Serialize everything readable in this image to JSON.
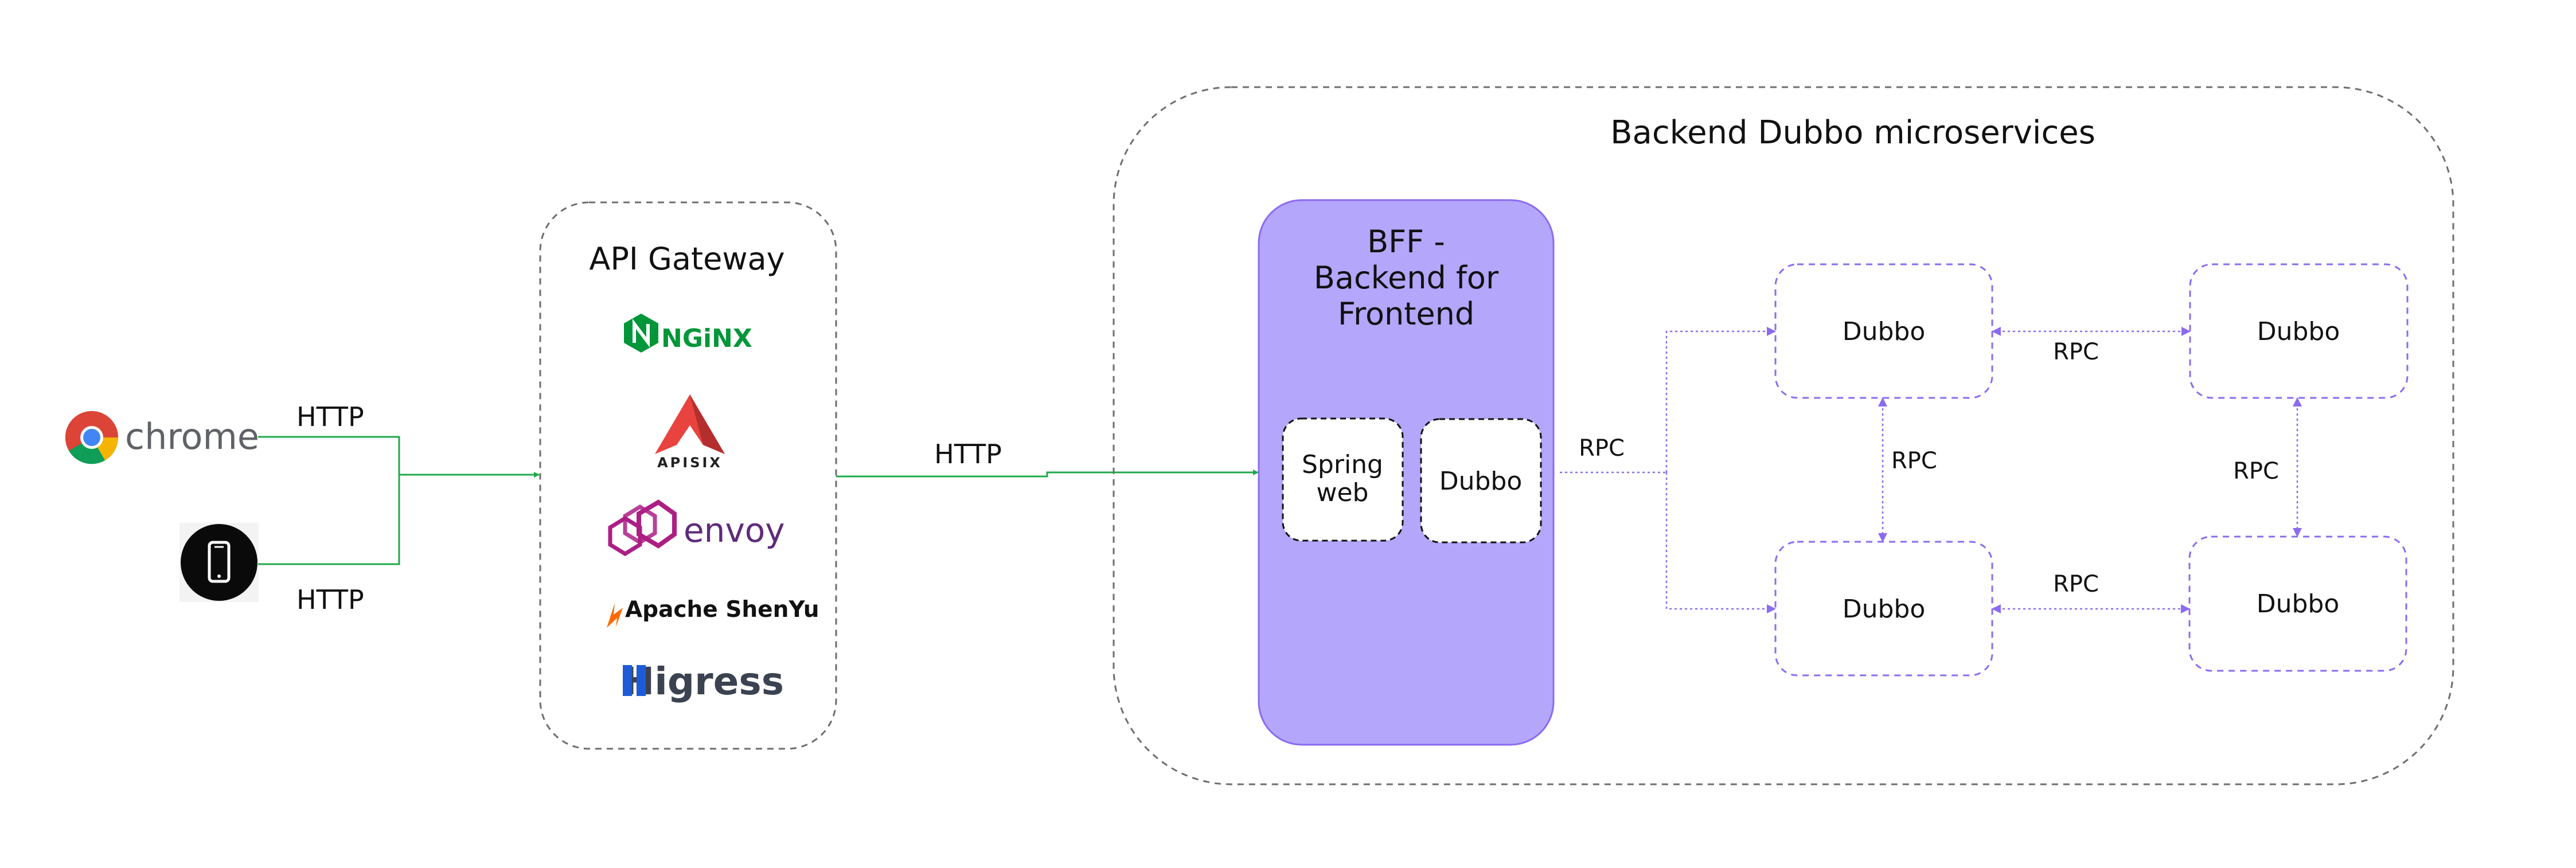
{
  "clients": {
    "browser_label": "chrome",
    "http_top": "HTTP",
    "http_bottom": "HTTP"
  },
  "gateway": {
    "title": "API Gateway",
    "logos": {
      "nginx": "NGiNX",
      "apisix": "APISIX",
      "envoy": "envoy",
      "shenyu": "Apache ShenYu",
      "higress": "Higress"
    }
  },
  "gateway_to_bff_label": "HTTP",
  "backend": {
    "title": "Backend Dubbo microservices",
    "bff": {
      "title_line1": "BFF -",
      "title_line2": "Backend for",
      "title_line3": "Frontend",
      "spring_line1": "Spring",
      "spring_line2": "web",
      "dubbo": "Dubbo"
    },
    "bff_rpc_label": "RPC",
    "services": [
      "Dubbo",
      "Dubbo",
      "Dubbo",
      "Dubbo"
    ],
    "rpc_labels": [
      "RPC",
      "RPC",
      "RPC",
      "RPC"
    ]
  },
  "colors": {
    "green": "#1faa4b",
    "purple": "#8b6bf0",
    "bff_fill": "#b3a6fb",
    "dash_gray": "#6e6e6e"
  }
}
